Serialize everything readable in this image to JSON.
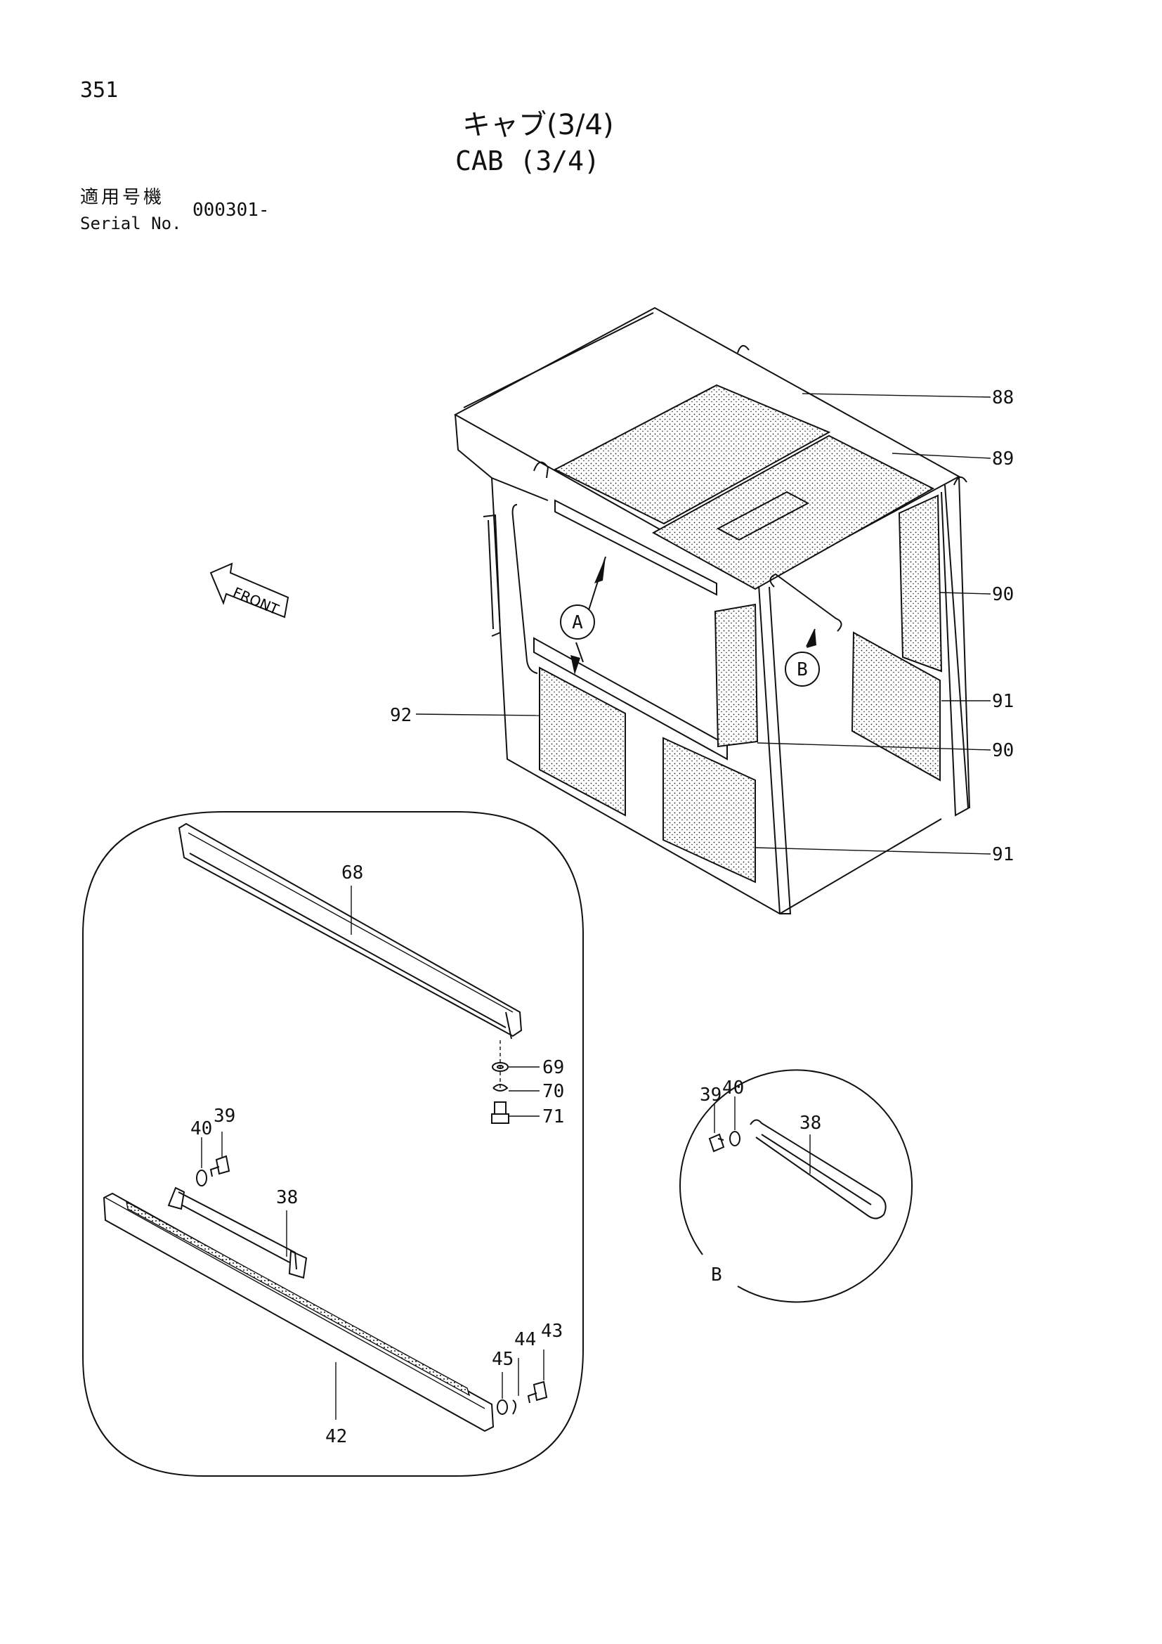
{
  "header": {
    "page_number": "351",
    "title_jp": "キャブ(3/4)",
    "title_en": "CAB (3/4)",
    "serial_label_jp": "適用号機",
    "serial_label_en": "Serial No.",
    "serial_value": "000301-"
  },
  "direction_label": "FRONT",
  "detail_markers": {
    "a": "A",
    "b": "B"
  },
  "callouts": {
    "p88": "88",
    "p89": "89",
    "p90a": "90",
    "p90b": "90",
    "p91a": "91",
    "p91b": "91",
    "p92": "92",
    "p68": "68",
    "p69": "69",
    "p70": "70",
    "p71": "71",
    "p40a": "40",
    "p39a": "39",
    "p38a": "38",
    "p42": "42",
    "p45": "45",
    "p44": "44",
    "p43": "43",
    "p39b": "39",
    "p40b": "40",
    "p38b": "38"
  },
  "icons": [
    "front-arrow-icon"
  ],
  "colors": {
    "ink": "#111111",
    "paper": "#ffffff"
  }
}
